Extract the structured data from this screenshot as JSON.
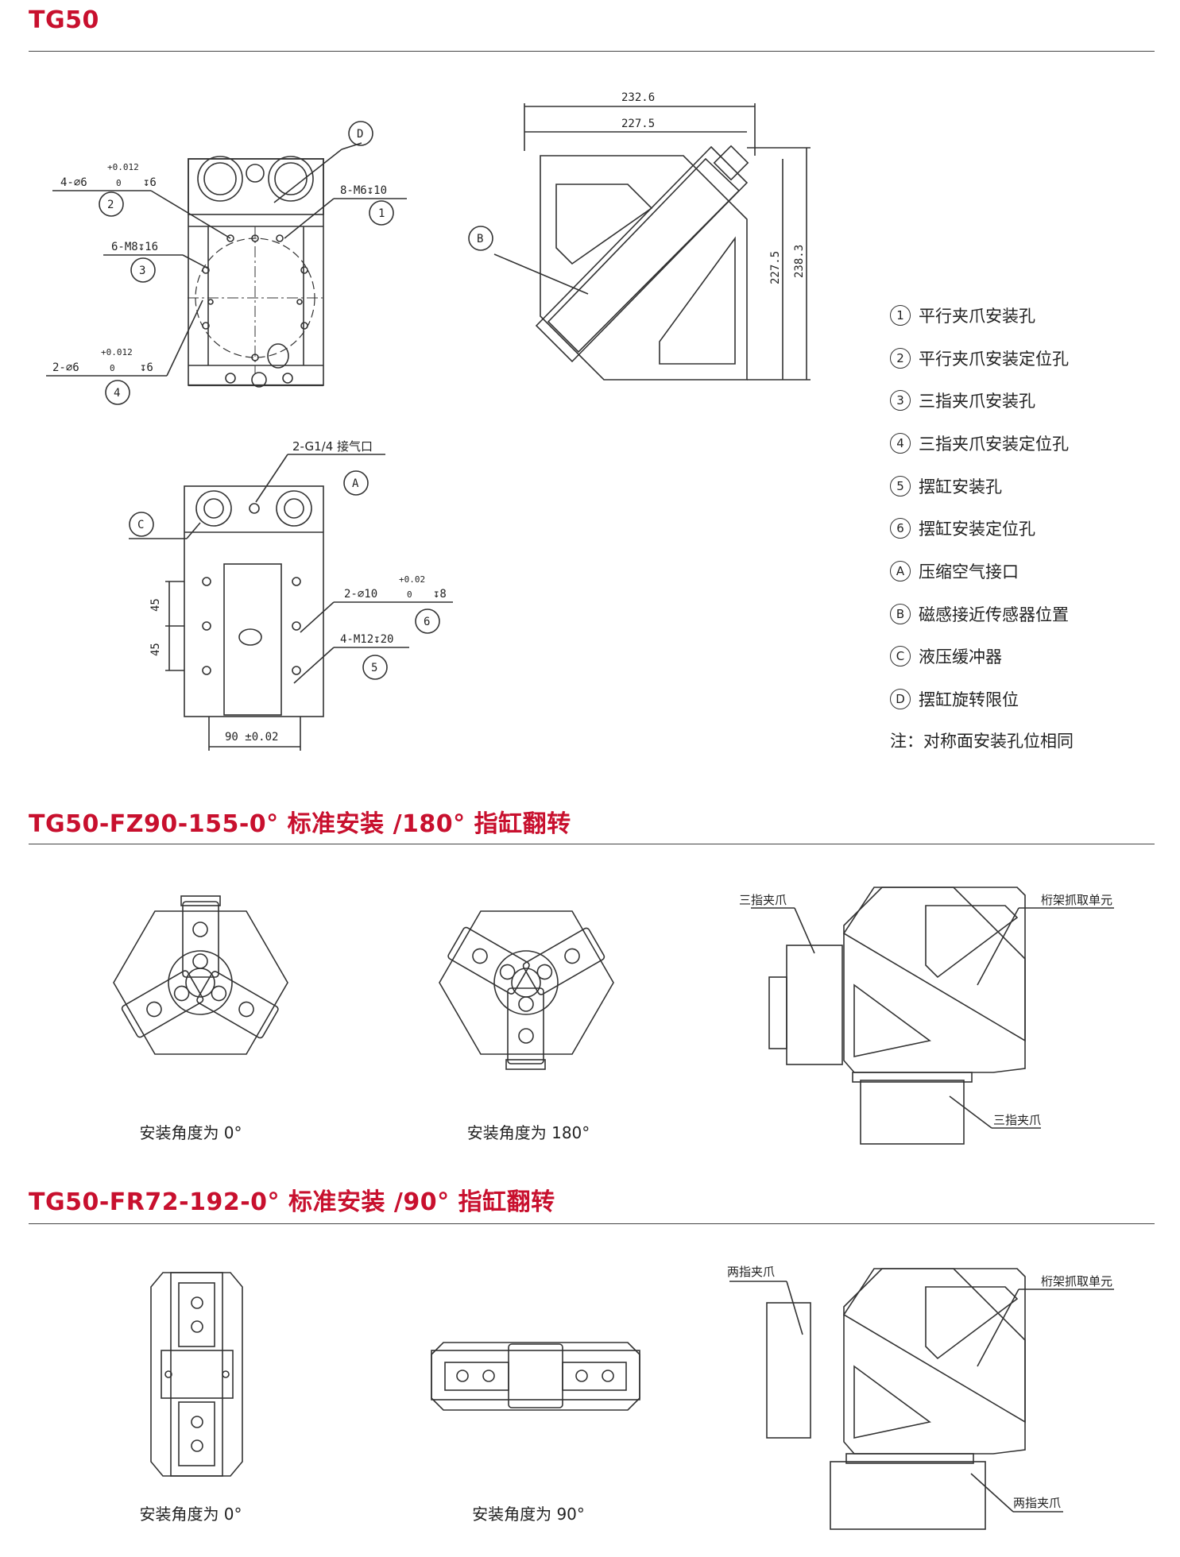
{
  "sections": {
    "s1_title": "TG50",
    "s2_title": "TG50-FZ90-155-0° 标准安装 /180° 指缸翻转",
    "s3_title": "TG50-FR72-192-0° 标准安装 /90° 指缸翻转"
  },
  "drawing1": {
    "callout_D": "D",
    "callout_1": "1",
    "callout_2": "2",
    "callout_3": "3",
    "callout_4": "4",
    "note_2": "4-∅6",
    "note_2_tol": "+0.012",
    "note_2_tol0": "0",
    "note_2_depth": "↧6",
    "note_1": "8-M6↧10",
    "note_3": "6-M8↧16",
    "note_4": "2-∅6",
    "note_4_tol": "+0.012",
    "note_4_tol0": "0",
    "note_4_depth": "↧6"
  },
  "drawing2": {
    "dim_top": "232.6",
    "dim_second": "227.5",
    "dim_right_inner": "227.5",
    "dim_right_outer": "238.3",
    "callout_B": "B"
  },
  "drawing3": {
    "note_air": "2-G1/4 接气口",
    "callout_A": "A",
    "callout_C": "C",
    "note_6": "2-∅10",
    "note_6_tol": "+0.02",
    "note_6_tol0": "0",
    "note_6_depth": "↧8",
    "callout_6": "6",
    "note_5": "4-M12↧20",
    "callout_5": "5",
    "dim_45a": "45",
    "dim_45b": "45",
    "dim_90": "90 ±0.02"
  },
  "legend": [
    {
      "mark": "1",
      "text": "平行夹爪安装孔"
    },
    {
      "mark": "2",
      "text": "平行夹爪安装定位孔"
    },
    {
      "mark": "3",
      "text": "三指夹爪安装孔"
    },
    {
      "mark": "4",
      "text": "三指夹爪安装定位孔"
    },
    {
      "mark": "5",
      "text": "摆缸安装孔"
    },
    {
      "mark": "6",
      "text": "摆缸安装定位孔"
    },
    {
      "mark": "A",
      "text": "压缩空气接口"
    },
    {
      "mark": "B",
      "text": "磁感接近传感器位置"
    },
    {
      "mark": "C",
      "text": "液压缓冲器"
    },
    {
      "mark": "D",
      "text": "摆缸旋转限位"
    }
  ],
  "legend_note": "注：对称面安装孔位相同",
  "fz90": {
    "caption_0": "安装角度为 0°",
    "caption_180": "安装角度为 180°",
    "label_three_finger_top": "三指夹爪",
    "label_truss": "桁架抓取单元",
    "label_three_finger_bottom": "三指夹爪"
  },
  "fr72": {
    "caption_0": "安装角度为 0°",
    "caption_90": "安装角度为 90°",
    "label_two_finger_top": "两指夹爪",
    "label_truss": "桁架抓取单元",
    "label_two_finger_bottom": "两指夹爪"
  },
  "colors": {
    "accent": "#c8102e",
    "line": "#333333"
  }
}
